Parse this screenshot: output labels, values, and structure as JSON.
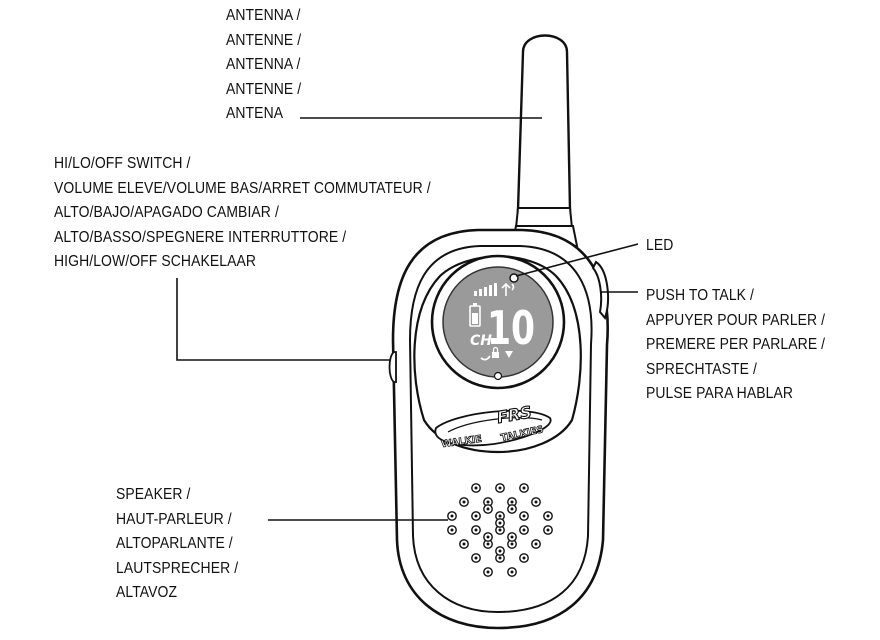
{
  "labels": {
    "antenna": [
      "ANTENNA /",
      "ANTENNE /",
      "ANTENNA /",
      "ANTENNE /",
      "ANTENA"
    ],
    "switch": [
      "HI/LO/OFF SWITCH /",
      "VOLUME ELEVE/VOLUME BAS/ARRET COMMUTATEUR /",
      "ALTO/BAJO/APAGADO CAMBIAR /",
      "ALTO/BASSO/SPEGNERE INTERRUTTORE /",
      "HIGH/LOW/OFF SCHAKELAAR"
    ],
    "led": [
      "LED"
    ],
    "ptt": [
      "PUSH TO TALK /",
      "APPUYER POUR PARLER /",
      "PREMERE PER PARLARE /",
      "SPRECHTASTE /",
      "PULSE PARA HABLAR"
    ],
    "speaker": [
      "SPEAKER /",
      "HAUT-PARLEUR /",
      "ALTOPARLANTE /",
      "LAUTSPRECHER /",
      "ALTAVOZ"
    ]
  },
  "display": {
    "channel_prefix": "CH",
    "channel_number": "10"
  },
  "logo": {
    "top": "FRS",
    "left": "WALKIE",
    "right": "TALKIES"
  }
}
